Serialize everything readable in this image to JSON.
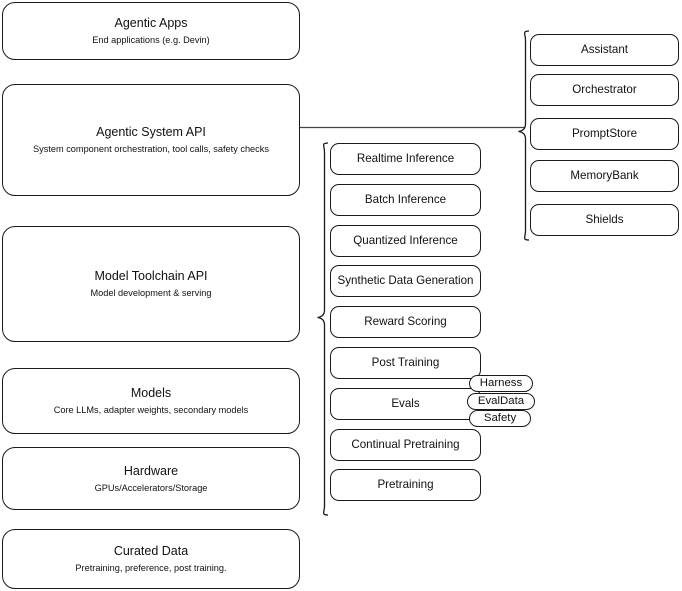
{
  "diagram": {
    "title": "AI stack layered architecture",
    "stroke_color": "#1a1a1a",
    "background_color": "#ffffff"
  },
  "layers": [
    {
      "id": "agentic-apps",
      "title": "Agentic Apps",
      "subtitle": "End applications (e.g. Devin)"
    },
    {
      "id": "agentic-system-api",
      "title": "Agentic System API",
      "subtitle": "System component orchestration, tool calls, safety checks"
    },
    {
      "id": "model-toolchain-api",
      "title": "Model Toolchain API",
      "subtitle": "Model development & serving"
    },
    {
      "id": "models",
      "title": "Models",
      "subtitle": "Core LLMs, adapter weights, secondary models"
    },
    {
      "id": "hardware",
      "title": "Hardware",
      "subtitle": "GPUs/Accelerators/Storage"
    },
    {
      "id": "curated-data",
      "title": "Curated Data",
      "subtitle": "Pretraining, preference, post training."
    }
  ],
  "toolchain_components": [
    {
      "id": "realtime-inference",
      "label": "Realtime Inference"
    },
    {
      "id": "batch-inference",
      "label": "Batch Inference"
    },
    {
      "id": "quantized-inference",
      "label": "Quantized Inference"
    },
    {
      "id": "synthetic-data-generation",
      "label": "Synthetic Data Generation"
    },
    {
      "id": "reward-scoring",
      "label": "Reward Scoring"
    },
    {
      "id": "post-training",
      "label": "Post Training"
    },
    {
      "id": "evals",
      "label": "Evals"
    },
    {
      "id": "continual-pretraining",
      "label": "Continual Pretraining"
    },
    {
      "id": "pretraining",
      "label": "Pretraining"
    }
  ],
  "eval_subcomponents": [
    {
      "id": "harness",
      "label": "Harness"
    },
    {
      "id": "evaldata",
      "label": "EvalData"
    },
    {
      "id": "safety",
      "label": "Safety"
    }
  ],
  "system_components": [
    {
      "id": "assistant",
      "label": "Assistant"
    },
    {
      "id": "orchestrator",
      "label": "Orchestrator"
    },
    {
      "id": "promptstore",
      "label": "PromptStore"
    },
    {
      "id": "memorybank",
      "label": "MemoryBank"
    },
    {
      "id": "shields",
      "label": "Shields"
    }
  ]
}
